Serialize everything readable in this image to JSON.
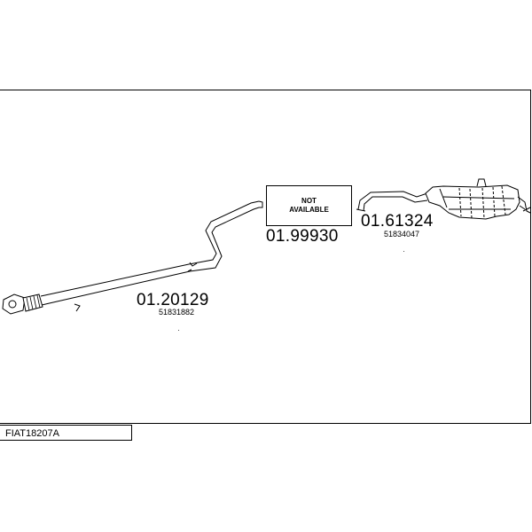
{
  "diagram": {
    "model_code": "FIAT18207A",
    "parts": [
      {
        "id": "front-pipe",
        "part_number": "01.20129",
        "oem_number": "51831882"
      },
      {
        "id": "center-section",
        "part_number": "01.99930",
        "availability_line1": "NOT",
        "availability_line2": "AVAILABLE"
      },
      {
        "id": "rear-muffler",
        "part_number": "01.61324",
        "oem_number": "51834047"
      }
    ],
    "colors": {
      "line": "#000000",
      "background": "#ffffff"
    }
  }
}
